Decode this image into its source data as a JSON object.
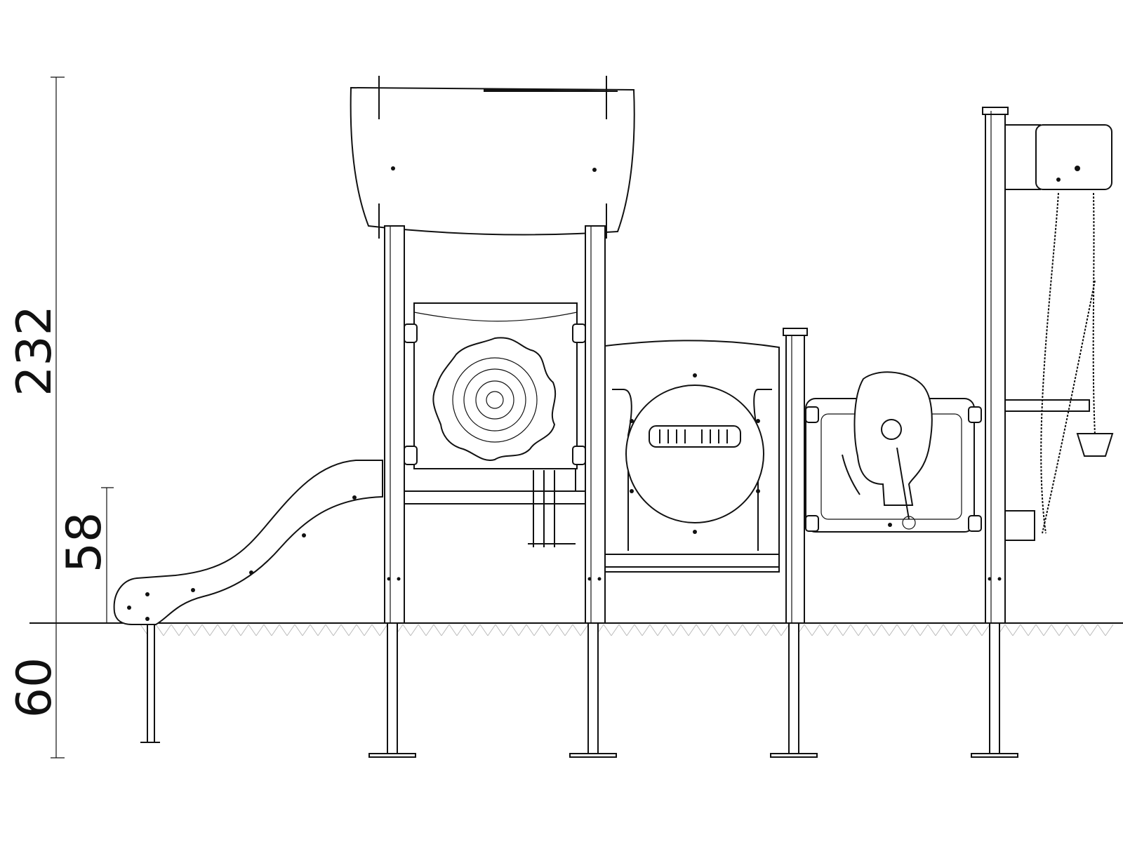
{
  "dimensions": {
    "total_height": "232",
    "slide_height": "58",
    "foundation_depth": "60"
  },
  "colors": {
    "line": "#111111",
    "background": "#ffffff",
    "ground_hatch": "#bbbbbb"
  }
}
